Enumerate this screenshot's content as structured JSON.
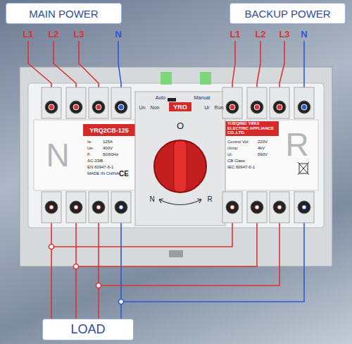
{
  "diagram": {
    "nodes": [
      {
        "text": [
          "MAIN POWER"
        ]
      },
      {
        "text": [
          "BACKUP POWER"
        ]
      },
      {
        "text": [
          "LOAD"
        ]
      }
    ],
    "labels": [
      "L1",
      "L2",
      "L3",
      "N",
      "L1",
      "L2",
      "L3",
      "N",
      "Auto",
      "Manual",
      "Un",
      "Non",
      "YRO",
      "Ur",
      "Ron",
      "N",
      "R",
      "YRQ2CB-125",
      "Ie:",
      "125A",
      "Ue:",
      "400V",
      "F:",
      "50/60Hz",
      "AC-33iB",
      "EN 60947-6-1",
      "MADE IN CHINA",
      "YUEQING YIRUI ELECTRIC APPLIANCE CO.,LTD.",
      "Control Vol:",
      "220V",
      "Uimp:",
      "4kV",
      "Ui:",
      "690V",
      "CB Class",
      "IEC 60947-6-1",
      "O",
      "N",
      "R",
      "CE"
    ]
  }
}
